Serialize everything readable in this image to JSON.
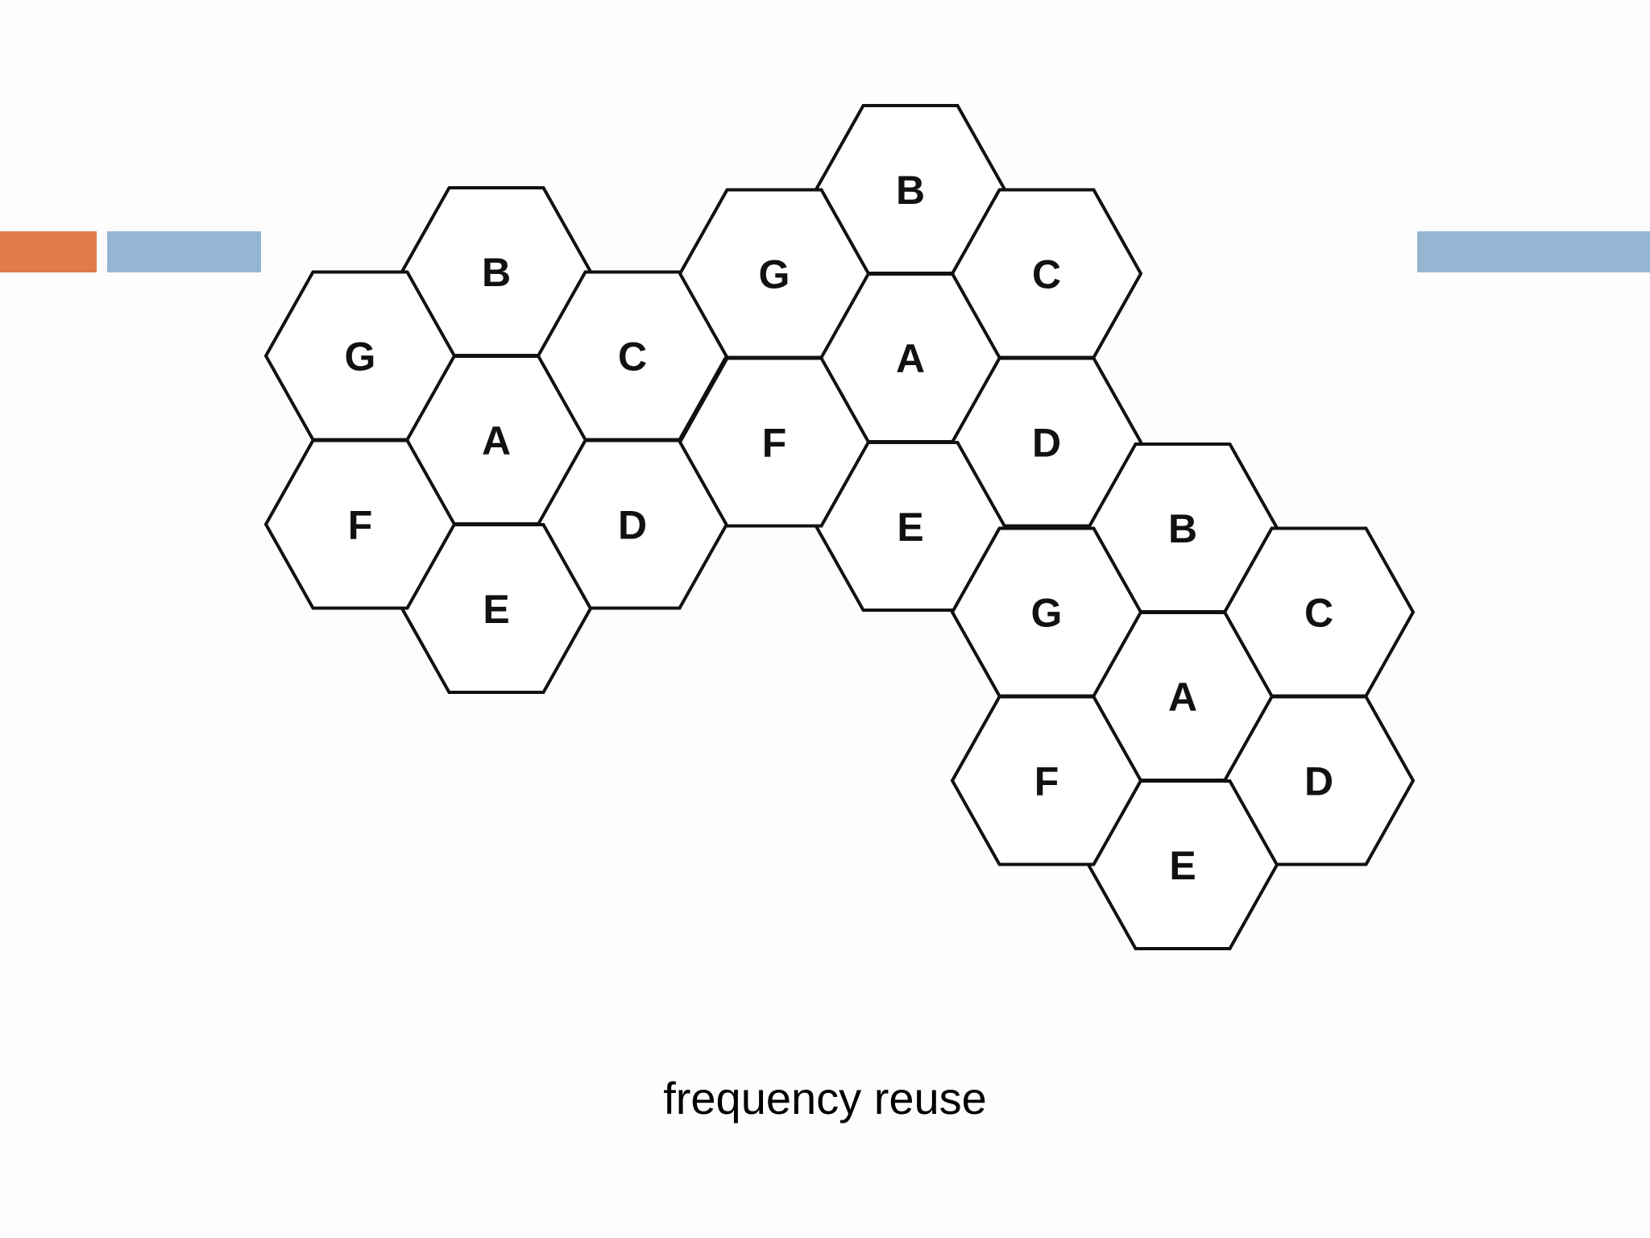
{
  "colors": {
    "accent_orange": "#e07b4a",
    "accent_blue": "#94b6d2",
    "hex_stroke": "#111111",
    "background": "#fdfdfd"
  },
  "caption": "frequency reuse",
  "clusters": [
    {
      "cells": [
        {
          "label": "A",
          "cx": 0,
          "cy": 0
        },
        {
          "label": "B",
          "cx": 0,
          "cy": -1
        },
        {
          "label": "C",
          "cx": 1,
          "cy": -0.5
        },
        {
          "label": "D",
          "cx": 1,
          "cy": 0.5
        },
        {
          "label": "E",
          "cx": 0,
          "cy": 1
        },
        {
          "label": "F",
          "cx": -1,
          "cy": 0.5
        },
        {
          "label": "G",
          "cx": -1,
          "cy": -0.5
        }
      ]
    },
    {
      "cells": [
        {
          "label": "A",
          "cx": 0,
          "cy": 0
        },
        {
          "label": "B",
          "cx": 0,
          "cy": -1
        },
        {
          "label": "C",
          "cx": 1,
          "cy": -0.5
        },
        {
          "label": "D",
          "cx": 1,
          "cy": 0.5
        },
        {
          "label": "E",
          "cx": 0,
          "cy": 1
        },
        {
          "label": "F",
          "cx": -1,
          "cy": 0.5
        },
        {
          "label": "G",
          "cx": -1,
          "cy": -0.5
        }
      ]
    },
    {
      "cells": [
        {
          "label": "A",
          "cx": 0,
          "cy": 0
        },
        {
          "label": "B",
          "cx": 0,
          "cy": -1
        },
        {
          "label": "C",
          "cx": 1,
          "cy": -0.5
        },
        {
          "label": "D",
          "cx": 1,
          "cy": 0.5
        },
        {
          "label": "E",
          "cx": 0,
          "cy": 1
        },
        {
          "label": "F",
          "cx": -1,
          "cy": 0.5
        },
        {
          "label": "G",
          "cx": -1,
          "cy": -0.5
        }
      ]
    }
  ]
}
